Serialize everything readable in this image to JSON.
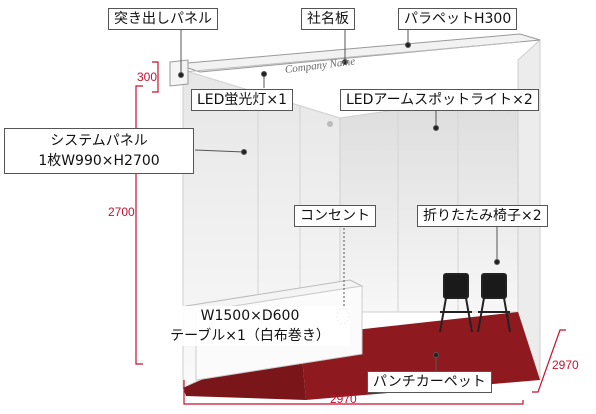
{
  "labels": {
    "tsukidashi_panel": "突き出しパネル",
    "shameiban": "社名板",
    "parapet": "パラペットH300",
    "led_light": "LED蛍光灯×1",
    "led_spot": "LEDアームスポットライト×2",
    "system_panel_1": "システムパネル",
    "system_panel_2": "1枚W990×H2700",
    "outlet": "コンセント",
    "chairs": "折りたたみ椅子×2",
    "table_1": "W1500×D600",
    "table_2": "テーブル×1（白布巻き）",
    "carpet": "パンチカーペット"
  },
  "dimensions": {
    "parapet_height": "300",
    "panel_height": "2700",
    "depth": "2970",
    "width": "2970"
  },
  "company_name": "Company Name",
  "colors": {
    "dimension": "#c8102e",
    "carpet": "#8e1a1f",
    "outline": "#555555"
  }
}
